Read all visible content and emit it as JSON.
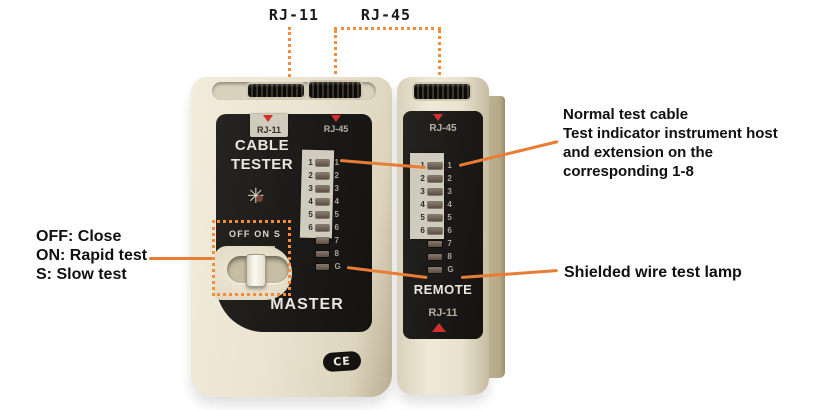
{
  "colors": {
    "accent_orange_solid": "#e87d35",
    "accent_orange_dotted": "#f08d3f",
    "red_marker": "#d42f2f",
    "body_cream": "#eae3d0",
    "panel_black": "#1a1917",
    "strip_white": "#cfcbbd"
  },
  "connector_labels": {
    "rj11": "RJ-11",
    "rj45": "RJ-45"
  },
  "master": {
    "panel_port_left": "RJ-11",
    "panel_port_right": "RJ-45",
    "title_line1": "CABLE",
    "title_line2": "TESTER",
    "switch_legend": "OFF ON S",
    "name": "MASTER",
    "ce": "CE"
  },
  "remote": {
    "panel_port_top": "RJ-45",
    "name": "REMOTE",
    "panel_port_bottom": "RJ-11"
  },
  "led_rows": [
    {
      "left": "1",
      "right": "1"
    },
    {
      "left": "2",
      "right": "2"
    },
    {
      "left": "3",
      "right": "3"
    },
    {
      "left": "4",
      "right": "4"
    },
    {
      "left": "5",
      "right": "5"
    },
    {
      "left": "6",
      "right": "6"
    },
    {
      "left": "",
      "right": "7"
    },
    {
      "left": "",
      "right": "8"
    },
    {
      "left": "",
      "right": "G"
    }
  ],
  "annotations": {
    "switch": {
      "line1": "OFF: Close",
      "line2": "ON: Rapid test",
      "line3": "S: Slow test"
    },
    "indicators": {
      "line1": "Normal test cable",
      "line2": "Test indicator instrument host",
      "line3": "and extension on the",
      "line4": "corresponding 1-8"
    },
    "ground": "Shielded wire test lamp"
  },
  "icons": {
    "sun_glyph": "✳"
  }
}
